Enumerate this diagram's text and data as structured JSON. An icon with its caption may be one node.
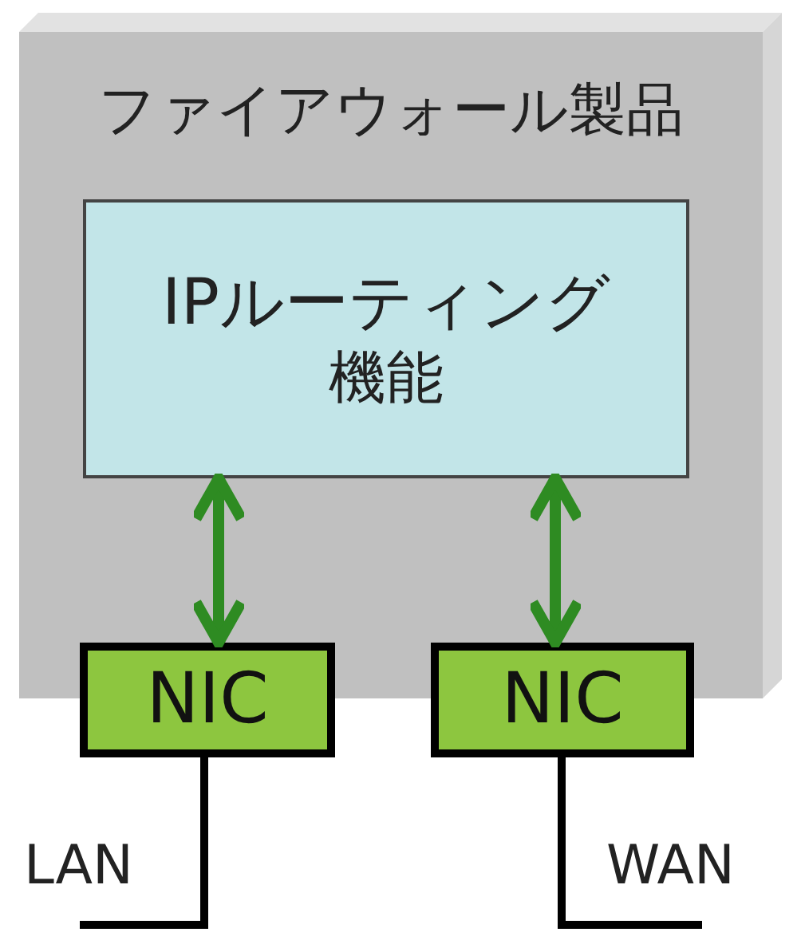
{
  "diagram": {
    "nodes": [
      {
        "text": [
          "ファイアウォール製品"
        ]
      },
      {
        "text": [
          "IPルーティング",
          "機能"
        ],
        "in": 0
      },
      {
        "text": [
          "NIC"
        ]
      },
      {
        "text": [
          "NIC"
        ]
      }
    ],
    "edges": [
      {
        "from": 1,
        "to": 2,
        "arrow": "both",
        "color": "#2e8b22"
      },
      {
        "from": 1,
        "to": 3,
        "arrow": "both",
        "color": "#2e8b22"
      },
      {
        "from": 2,
        "to": null,
        "arrow": "none",
        "color": "#000000"
      },
      {
        "from": 3,
        "to": null,
        "arrow": "none",
        "color": "#000000"
      }
    ],
    "labels": [
      "LAN",
      "WAN"
    ]
  }
}
